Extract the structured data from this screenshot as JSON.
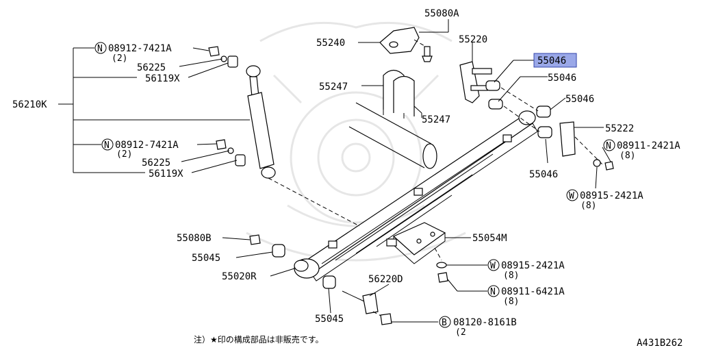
{
  "part_labels": {
    "p55080A": "55080A",
    "p55240": "55240",
    "p55220": "55220",
    "p55046_highlight": "55046",
    "p55046_a": "55046",
    "p55046_b": "55046",
    "p55046_c": "55046",
    "p55247_a": "55247",
    "p55247_b": "55247",
    "p55222": "55222",
    "p56210K": "56210K",
    "p56225_a": "56225",
    "p56225_b": "56225",
    "p56119X_a": "56119X",
    "p56119X_b": "56119X",
    "p55080B": "55080B",
    "p55045_a": "55045",
    "p55045_b": "55045",
    "p55020R": "55020R",
    "p56220D": "56220D",
    "p55054M": "55054M"
  },
  "fastener_labels": {
    "n1_code": "08912-7421A",
    "n1_qty": "(2)",
    "n2_code": "08912-7421A",
    "n2_qty": "(2)",
    "n3_code": "08911-2421A",
    "n3_qty": "(8)",
    "w1_code": "08915-2421A",
    "w1_qty": "(8)",
    "w2_code": "08915-2421A",
    "w2_qty": "(8)",
    "n4_code": "08911-6421A",
    "n4_qty": "(8)",
    "b1_code": "08120-8161B",
    "b1_qty": "(2"
  },
  "prefix_symbols": {
    "nut": "N",
    "washer": "W",
    "bolt": "B"
  },
  "footnote": "注）★印の構成部品は非販売です。",
  "diagram_code": "A431B262",
  "colors": {
    "highlight": "#9aa8e8",
    "line": "#000000",
    "watermark": "#e6e6e6"
  }
}
